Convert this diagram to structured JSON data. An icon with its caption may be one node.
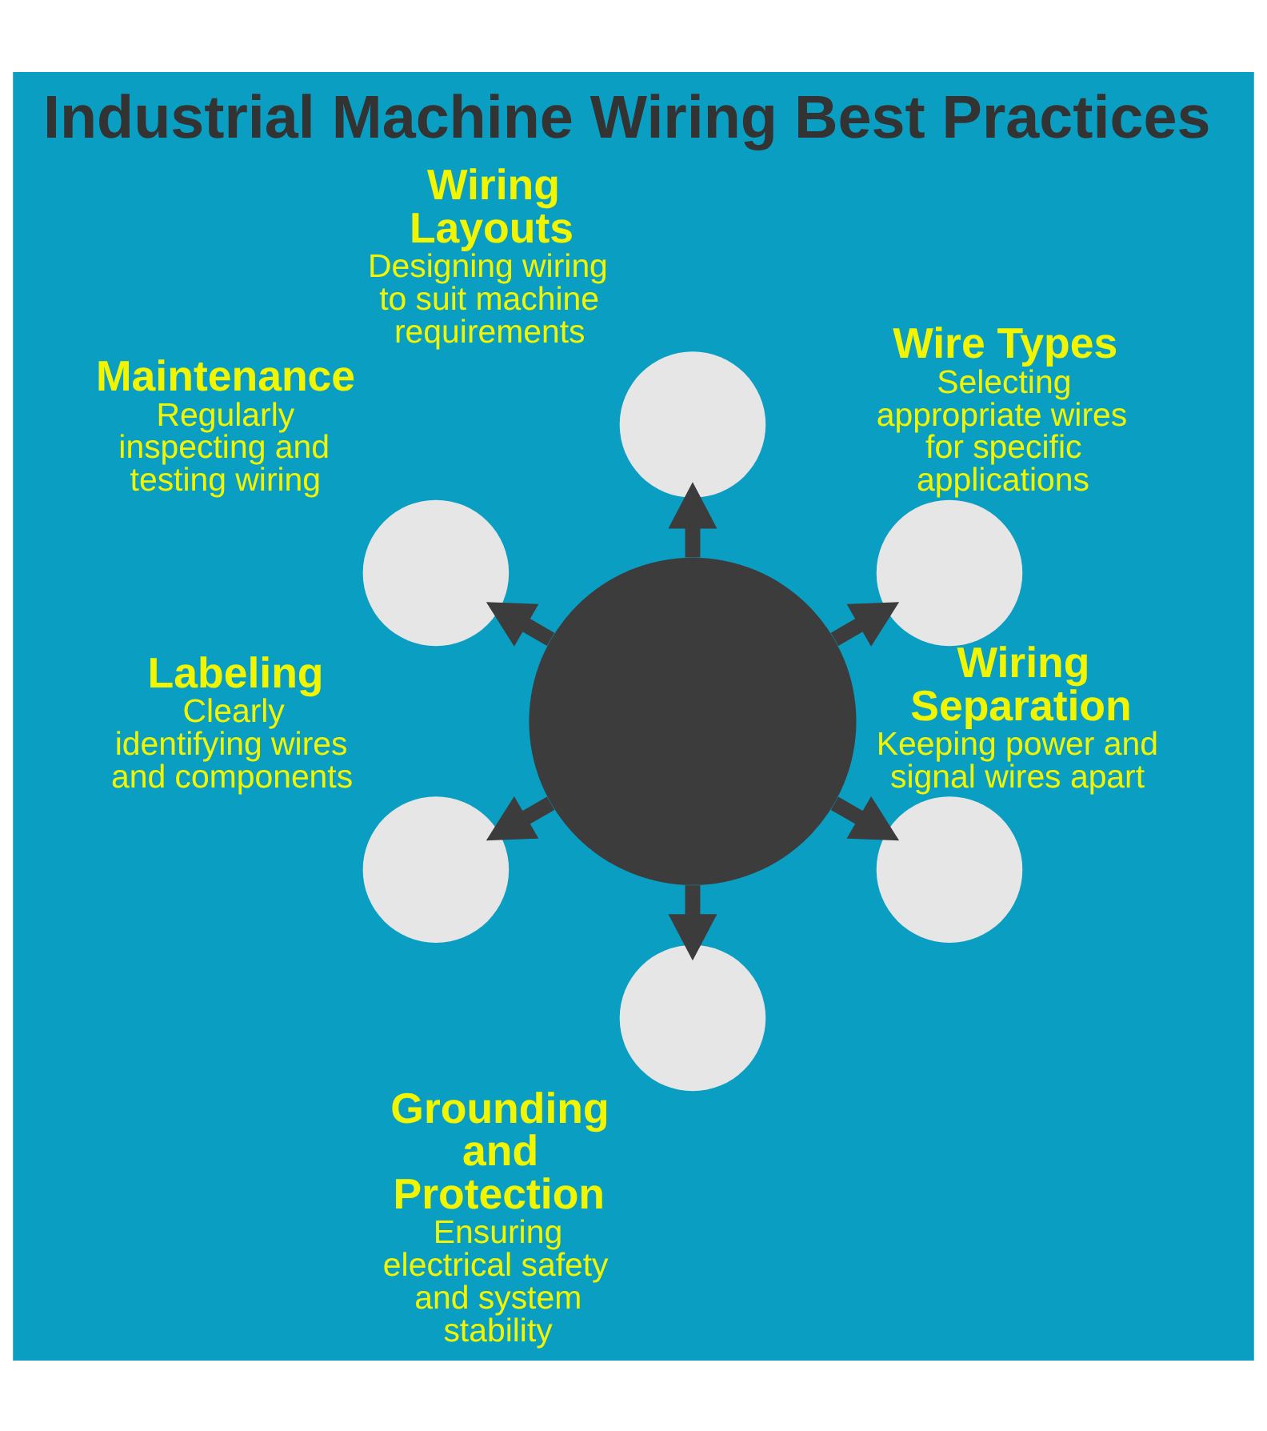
{
  "diagram": {
    "title": "Industrial Machine Wiring Best Practices",
    "nodes": [
      {
        "text": [],
        "shape": "circle"
      },
      {
        "text": [
          "Wire Types",
          "Selecting appropriate wires for specific applications"
        ]
      },
      {
        "text": [
          "Wiring Layouts",
          "Designing wiring to suit machine requirements"
        ]
      },
      {
        "text": [
          "Maintenance",
          "Regularly inspecting and testing wiring"
        ]
      },
      {
        "text": [
          "Labeling",
          "Clearly identifying wires and components"
        ]
      },
      {
        "text": [
          "Grounding and Protection",
          "Ensuring electrical safety and system stability"
        ]
      },
      {
        "text": [
          "Wiring Separation",
          "Keeping power and signal wires apart"
        ]
      }
    ],
    "edges": [
      {
        "from": 0,
        "to": 1,
        "arrow": "to"
      },
      {
        "from": 0,
        "to": 2,
        "arrow": "to"
      },
      {
        "from": 0,
        "to": 3,
        "arrow": "to"
      },
      {
        "from": 0,
        "to": 4,
        "arrow": "to"
      },
      {
        "from": 0,
        "to": 5,
        "arrow": "to"
      },
      {
        "from": 0,
        "to": 6,
        "arrow": "to"
      }
    ]
  }
}
